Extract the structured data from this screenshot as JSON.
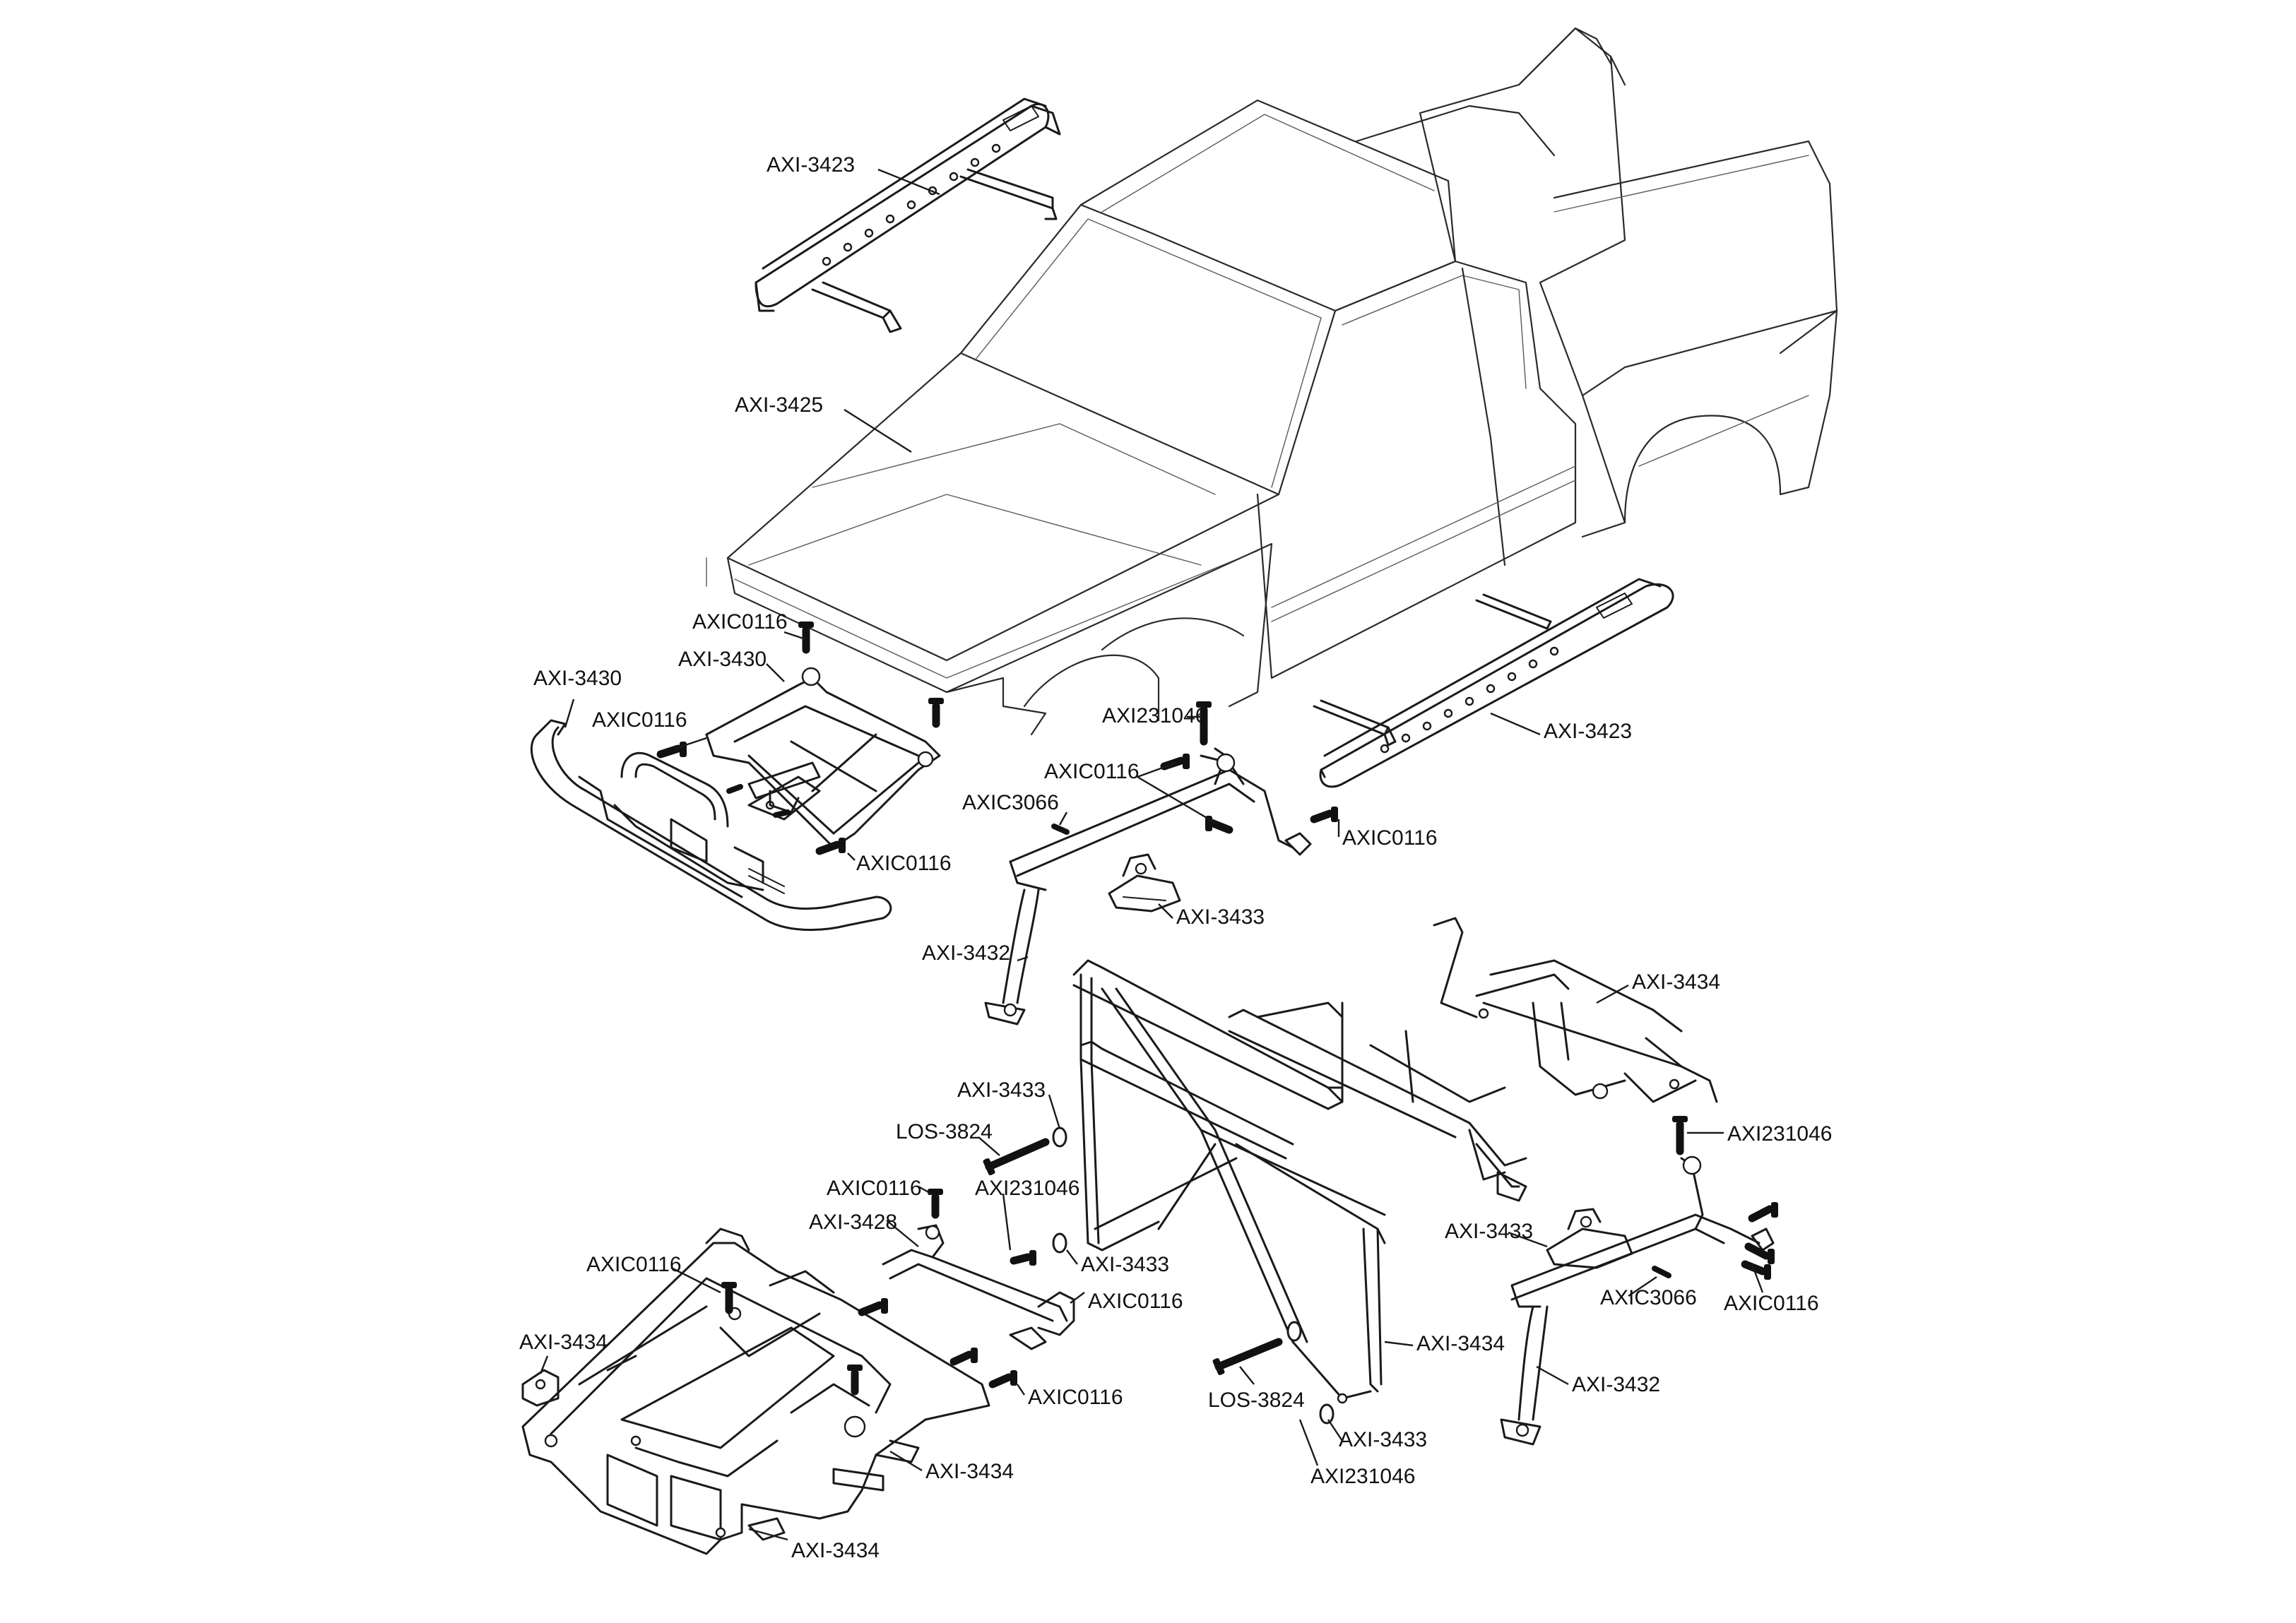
{
  "callouts": [
    {
      "id": "c1",
      "text": "AXI-3423"
    },
    {
      "id": "c2",
      "text": "AXI-3425"
    },
    {
      "id": "c3",
      "text": "AXIC0116"
    },
    {
      "id": "c4",
      "text": "AXI-3430"
    },
    {
      "id": "c5",
      "text": "AXI-3430"
    },
    {
      "id": "c6",
      "text": "AXIC0116"
    },
    {
      "id": "c7",
      "text": "AXIC0116"
    },
    {
      "id": "c8",
      "text": "AXI231046"
    },
    {
      "id": "c9",
      "text": "AXI-3423"
    },
    {
      "id": "c10",
      "text": "AXIC0116"
    },
    {
      "id": "c11",
      "text": "AXIC3066"
    },
    {
      "id": "c12",
      "text": "AXIC0116"
    },
    {
      "id": "c13",
      "text": "AXI-3433"
    },
    {
      "id": "c14",
      "text": "AXI-3432"
    },
    {
      "id": "c15",
      "text": "AXI-3434"
    },
    {
      "id": "c16",
      "text": "AXI-3433"
    },
    {
      "id": "c17",
      "text": "LOS-3824"
    },
    {
      "id": "c18",
      "text": "AXI231046"
    },
    {
      "id": "c19",
      "text": "AXIC0116"
    },
    {
      "id": "c20",
      "text": "AXI231046"
    },
    {
      "id": "c21",
      "text": "AXI-3428"
    },
    {
      "id": "c22",
      "text": "AXI-3433"
    },
    {
      "id": "c23",
      "text": "AXIC0116"
    },
    {
      "id": "c24",
      "text": "AXI-3433"
    },
    {
      "id": "c25",
      "text": "AXIC0116"
    },
    {
      "id": "c26",
      "text": "AXIC3066"
    },
    {
      "id": "c27",
      "text": "AXIC0116"
    },
    {
      "id": "c28",
      "text": "AXI-3434"
    },
    {
      "id": "c29",
      "text": "AXI-3434"
    },
    {
      "id": "c30",
      "text": "AXIC0116"
    },
    {
      "id": "c31",
      "text": "LOS-3824"
    },
    {
      "id": "c32",
      "text": "AXI-3432"
    },
    {
      "id": "c33",
      "text": "AXI-3433"
    },
    {
      "id": "c34",
      "text": "AXI231046"
    },
    {
      "id": "c35",
      "text": "AXI-3434"
    },
    {
      "id": "c36",
      "text": "AXI-3434"
    }
  ]
}
